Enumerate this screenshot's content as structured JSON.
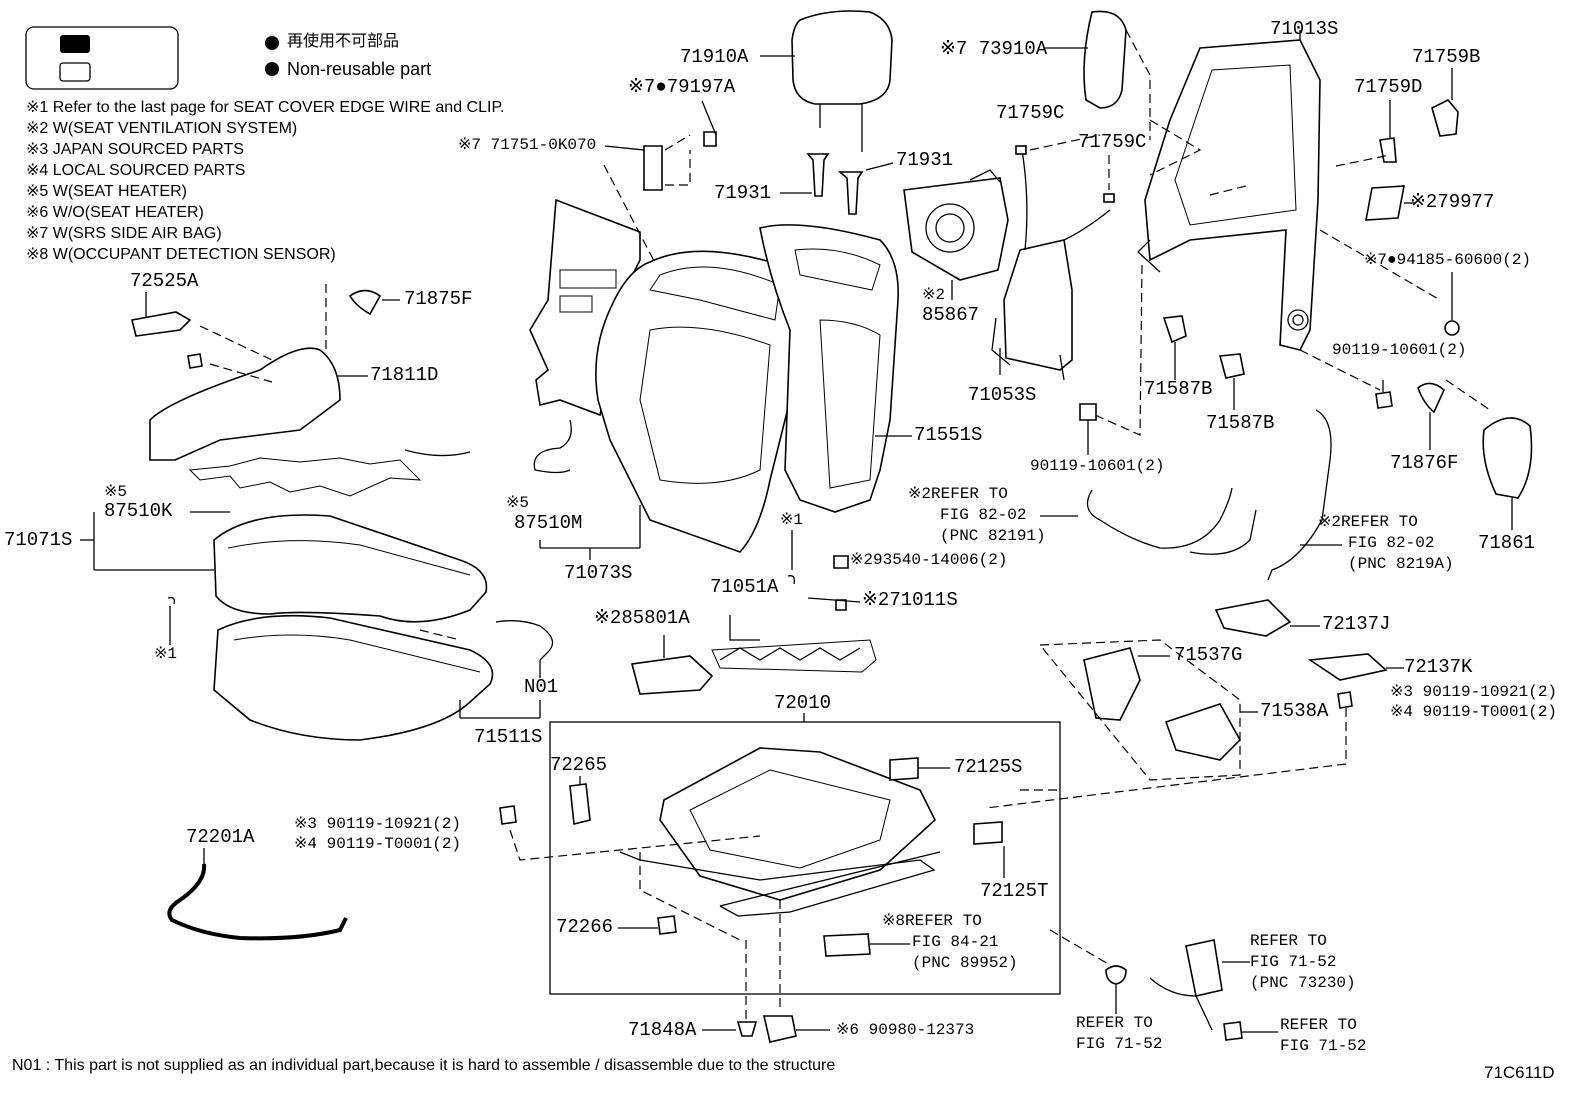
{
  "legend": {
    "reusable_jp": "再使用不可部品",
    "reusable_en": "Non-reusable part"
  },
  "notes": [
    "※1  Refer to the last page for SEAT COVER EDGE WIRE and CLIP.",
    "※2  W(SEAT VENTILATION SYSTEM)",
    "※3  JAPAN SOURCED PARTS",
    "※4  LOCAL SOURCED PARTS",
    "※5  W(SEAT HEATER)",
    "※6  W/O(SEAT HEATER)",
    "※7  W(SRS SIDE AIR BAG)",
    "※8  W(OCCUPANT DETECTION SENSOR)"
  ],
  "parts": {
    "p71910A": "71910A",
    "p79197A": "※7●79197A",
    "p71751": "※7 71751-0K070",
    "p71931a": "71931",
    "p71931b": "71931",
    "p73910A": "※7 73910A",
    "p71759C_a": "71759C",
    "p71759C_b": "71759C",
    "p71013S": "71013S",
    "p71759B": "71759B",
    "p71759D": "71759D",
    "p79977": "※279977",
    "p94185": "※7●94185-60600(2)",
    "p85867_mark": "※2",
    "p85867": "85867",
    "p72525A": "72525A",
    "p71875F": "71875F",
    "p71811D": "71811D",
    "p71053S": "71053S",
    "p71587B_a": "71587B",
    "p71587B_b": "71587B",
    "p90119_10601_a": "90119-10601(2)",
    "p90119_10601_b": "90119-10601(2)",
    "p71551S": "71551S",
    "p71876F": "71876F",
    "p71861": "71861",
    "p87510K_mark": "※5",
    "p87510K": "87510K",
    "p71071S": "71071S",
    "p87510M_mark": "※5",
    "p87510M": "87510M",
    "p71073S": "71073S",
    "p_note1_top": "※1",
    "p_note1_left": "※1",
    "p293540": "※293540-14006(2)",
    "p71011S": "※271011S",
    "p71051A": "71051A",
    "ref_82191_a": "※2REFER TO",
    "ref_82191_b": "FIG 82-02",
    "ref_82191_c": "(PNC 82191)",
    "ref_8219A_a": "※2REFER TO",
    "ref_8219A_b": "FIG 82-02",
    "ref_8219A_c": "(PNC 8219A)",
    "p85801A": "※285801A",
    "p72137J": "72137J",
    "p71537G": "71537G",
    "p72137K": "72137K",
    "p90119_10921_r": "※3 90119-10921(2)",
    "p90119_T0001_r": "※4 90119-T0001(2)",
    "p71538A": "71538A",
    "pN01": "N01",
    "p71511S": "71511S",
    "p72010": "72010",
    "p72265": "72265",
    "p72125S": "72125S",
    "p90119_10921_l": "※3 90119-10921(2)",
    "p90119_T0001_l": "※4 90119-T0001(2)",
    "p72201A": "72201A",
    "p72125T": "72125T",
    "p72266": "72266",
    "ref_89952_a": "※8REFER TO",
    "ref_89952_b": "FIG 84-21",
    "ref_89952_c": "(PNC 89952)",
    "ref_73230_a": "REFER TO",
    "ref_73230_b": "FIG 71-52",
    "ref_73230_c": "(PNC 73230)",
    "ref_7152_l_a": "REFER TO",
    "ref_7152_l_b": "FIG 71-52",
    "ref_7152_r_a": "REFER TO",
    "ref_7152_r_b": "FIG 71-52",
    "p71848A": "71848A",
    "p90980": "※6 90980-12373"
  },
  "footer_note": "N01 : This part is not supplied as an individual part,because it is hard to assemble / disassemble due to the structure",
  "figure_id": "71C611D"
}
